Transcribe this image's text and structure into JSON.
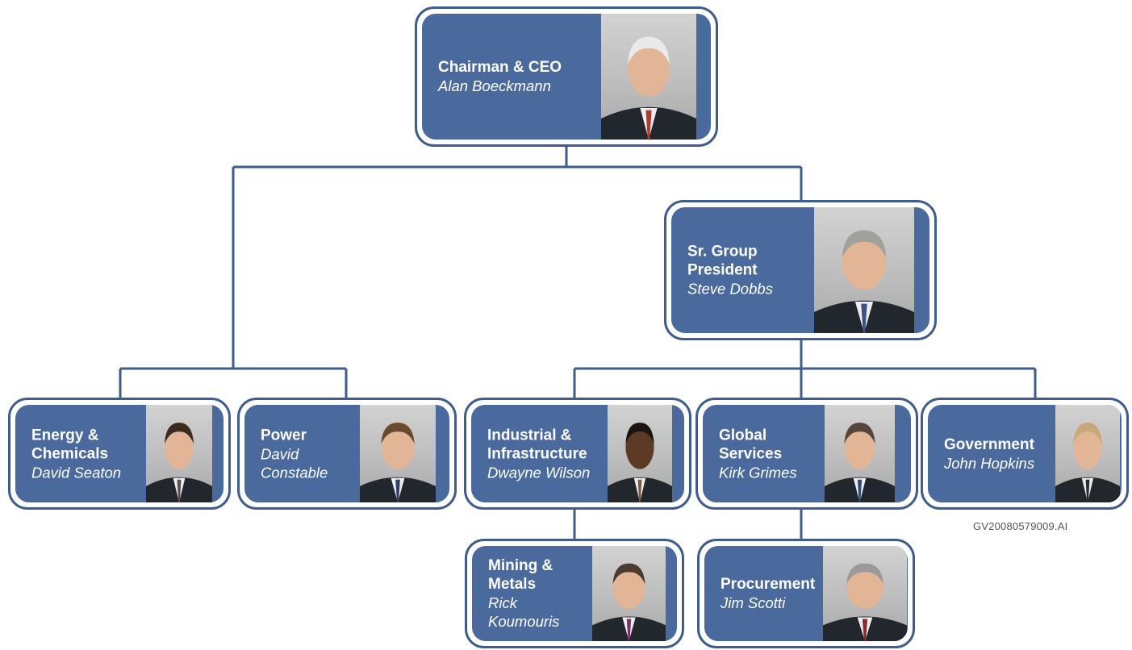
{
  "nodes": {
    "chairman": {
      "title": "Chairman & CEO",
      "name": "Alan Boeckmann"
    },
    "sr_group": {
      "title": "Sr. Group\nPresident",
      "name": "Steve Dobbs"
    },
    "energy": {
      "title": "Energy &\nChemicals",
      "name": "David Seaton"
    },
    "power": {
      "title": "Power",
      "name": "David\nConstable"
    },
    "industrial": {
      "title": "Industrial &\nInfrastructure",
      "name": "Dwayne Wilson"
    },
    "global": {
      "title": "Global\nServices",
      "name": "Kirk Grimes"
    },
    "government": {
      "title": "Government",
      "name": "John Hopkins"
    },
    "mining": {
      "title": "Mining &\nMetals",
      "name": "Rick\nKoumouris"
    },
    "procurement": {
      "title": "Procurement",
      "name": "Jim Scotti"
    }
  },
  "file_label": "GV20080579009.AI",
  "colors": {
    "box_fill": "#4a6a9e",
    "box_border": "#3e5c8c",
    "connector": "#3e5c8c",
    "text": "#ffffff"
  }
}
